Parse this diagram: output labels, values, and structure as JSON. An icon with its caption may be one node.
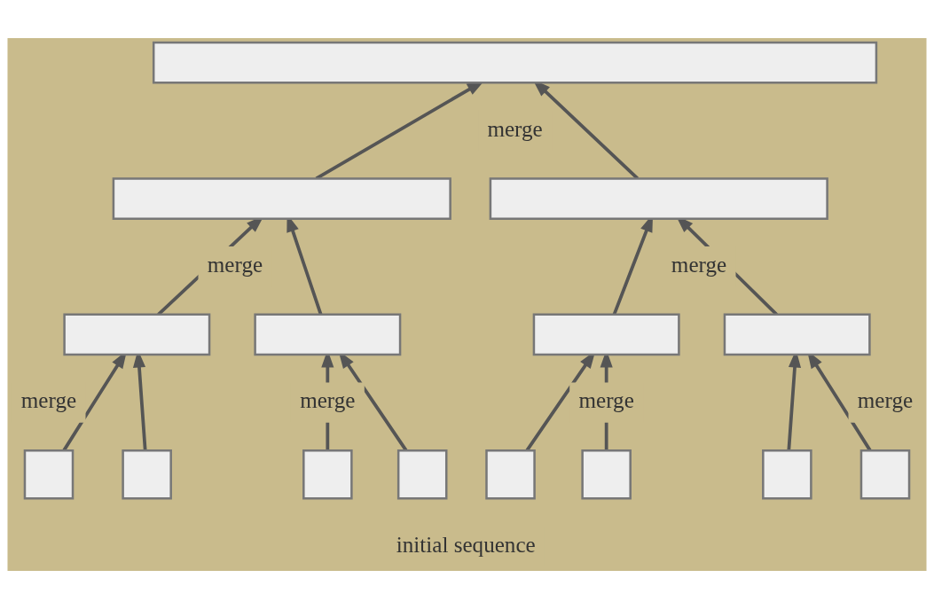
{
  "diagram": {
    "nodes": [
      {
        "text": [],
        "shape": "box"
      },
      {
        "text": [],
        "shape": "box"
      },
      {
        "text": [],
        "shape": "box"
      },
      {
        "text": [],
        "shape": "box"
      },
      {
        "text": [],
        "shape": "box"
      },
      {
        "text": [],
        "shape": "box"
      },
      {
        "text": [],
        "shape": "box"
      },
      {
        "text": [],
        "shape": "box"
      },
      {
        "text": [],
        "shape": "box"
      },
      {
        "text": [],
        "shape": "box"
      },
      {
        "text": [],
        "shape": "box"
      },
      {
        "text": [],
        "shape": "box"
      },
      {
        "text": [],
        "shape": "box"
      },
      {
        "text": [],
        "shape": "box"
      },
      {
        "text": [],
        "shape": "box"
      }
    ],
    "edges": [
      {
        "from": 1,
        "to": 0,
        "arrow": "to"
      },
      {
        "from": 2,
        "to": 0,
        "arrow": "to"
      },
      {
        "from": 3,
        "to": 1,
        "arrow": "to"
      },
      {
        "from": 4,
        "to": 1,
        "arrow": "to"
      },
      {
        "from": 5,
        "to": 2,
        "arrow": "to"
      },
      {
        "from": 6,
        "to": 2,
        "arrow": "to"
      },
      {
        "from": 7,
        "to": 3,
        "arrow": "to"
      },
      {
        "from": 8,
        "to": 3,
        "arrow": "to"
      },
      {
        "from": 9,
        "to": 4,
        "arrow": "to"
      },
      {
        "from": 10,
        "to": 4,
        "arrow": "to"
      },
      {
        "from": 11,
        "to": 5,
        "arrow": "to"
      },
      {
        "from": 12,
        "to": 5,
        "arrow": "to"
      },
      {
        "from": 13,
        "to": 6,
        "arrow": "to"
      },
      {
        "from": 14,
        "to": 6,
        "arrow": "to"
      }
    ],
    "labels": [
      "merge",
      "merge",
      "merge",
      "merge",
      "merge",
      "merge",
      "merge",
      "initial sequence"
    ]
  }
}
